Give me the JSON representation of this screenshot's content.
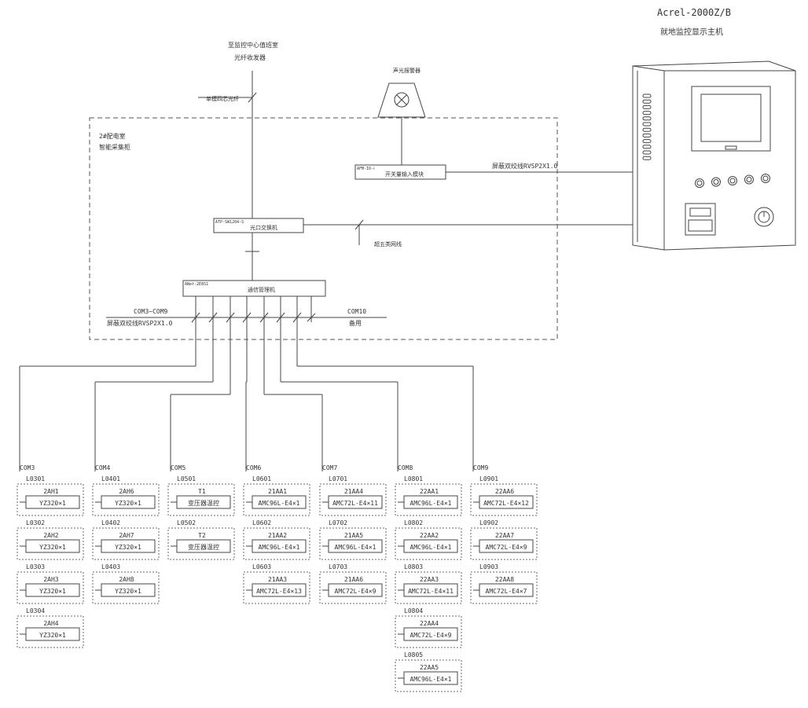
{
  "host": {
    "model": "Acrel-2000Z/B",
    "name": "就地监控显示主机"
  },
  "top": {
    "line1": "至监控中心值班室",
    "line2": "光纤收发器",
    "cable_label": "单模四芯光纤"
  },
  "alarm": {
    "label": "声光报警器"
  },
  "room": {
    "line1": "2#配电室",
    "line2": "智能采集柜"
  },
  "devices": {
    "io_model": "AFM-IO-Ⅰ",
    "io_name": "开关量输入模块",
    "io_cable": "屏蔽双绞线RVSP2X1.0",
    "switch_model": "ATP-SW1204-S",
    "switch_name": "光口交换机",
    "ethernet_label": "超五类网线",
    "gateway_model": "ANet-2E8S1",
    "gateway_name": "通信管理机",
    "com_range": "COM3~COM9",
    "bus_cable": "屏蔽双绞线RVSP2X1.0",
    "com10": "COM10",
    "spare": "备用"
  },
  "columns": [
    {
      "com": "COM3",
      "items": [
        {
          "loop": "L0301",
          "cab": "2AH1",
          "dev": "YZ320×1"
        },
        {
          "loop": "L0302",
          "cab": "2AH2",
          "dev": "YZ320×1"
        },
        {
          "loop": "L0303",
          "cab": "2AH3",
          "dev": "YZ320×1"
        },
        {
          "loop": "L0304",
          "cab": "2AH4",
          "dev": "YZ320×1"
        }
      ]
    },
    {
      "com": "COM4",
      "items": [
        {
          "loop": "L0401",
          "cab": "2AH6",
          "dev": "YZ320×1"
        },
        {
          "loop": "L0402",
          "cab": "2AH7",
          "dev": "YZ320×1"
        },
        {
          "loop": "L0403",
          "cab": "2AH8",
          "dev": "YZ320×1"
        }
      ]
    },
    {
      "com": "COM5",
      "items": [
        {
          "loop": "L0501",
          "cab": "T1",
          "dev": "变压器温控"
        },
        {
          "loop": "L0502",
          "cab": "T2",
          "dev": "变压器温控"
        }
      ]
    },
    {
      "com": "COM6",
      "items": [
        {
          "loop": "L0601",
          "cab": "21AA1",
          "dev": "AMC96L-E4×1"
        },
        {
          "loop": "L0602",
          "cab": "21AA2",
          "dev": "AMC96L-E4×1"
        },
        {
          "loop": "L0603",
          "cab": "21AA3",
          "dev": "AMC72L-E4×13"
        }
      ]
    },
    {
      "com": "COM7",
      "items": [
        {
          "loop": "L0701",
          "cab": "21AA4",
          "dev": "AMC72L-E4×11"
        },
        {
          "loop": "L0702",
          "cab": "21AA5",
          "dev": "AMC96L-E4×1"
        },
        {
          "loop": "L0703",
          "cab": "21AA6",
          "dev": "AMC72L-E4×9"
        }
      ]
    },
    {
      "com": "COM8",
      "items": [
        {
          "loop": "L0801",
          "cab": "22AA1",
          "dev": "AMC96L-E4×1"
        },
        {
          "loop": "L0802",
          "cab": "22AA2",
          "dev": "AMC96L-E4×1"
        },
        {
          "loop": "L0803",
          "cab": "22AA3",
          "dev": "AMC72L-E4×11"
        },
        {
          "loop": "L0804",
          "cab": "22AA4",
          "dev": "AMC72L-E4×9"
        },
        {
          "loop": "L0805",
          "cab": "22AA5",
          "dev": "AMC96L-E4×1"
        }
      ]
    },
    {
      "com": "COM9",
      "items": [
        {
          "loop": "L0901",
          "cab": "22AA6",
          "dev": "AMC72L-E4×12"
        },
        {
          "loop": "L0902",
          "cab": "22AA7",
          "dev": "AMC72L-E4×9"
        },
        {
          "loop": "L0903",
          "cab": "22AA8",
          "dev": "AMC72L-E4×7"
        }
      ]
    }
  ]
}
